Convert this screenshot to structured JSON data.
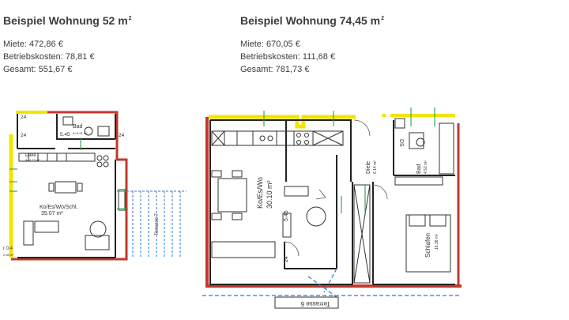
{
  "left": {
    "title": "Beispiel Wohnung 52 m",
    "title_sup": "2",
    "miete": "Miete: 472,86 €",
    "betriebskosten": "Betriebskosten: 78,81 €",
    "gesamt": "Gesamt: 551,67 €",
    "plan": {
      "bad": "Bad",
      "bad_area": "A=5.81 m²",
      "dim_545": "5.45",
      "dim_24_a": "24",
      "dim_24_b": "24",
      "dim_24_c": "24",
      "diele": "Diele",
      "diele_area": "A=5.73 m²",
      "room": "Ko/Es/Wo/Schl.",
      "room_area": "35.07 m²",
      "terrasse": "Terrasse 7",
      "r04": "r 0.4",
      "r04_area": "2.66 m²"
    }
  },
  "right": {
    "title": "Beispiel Wohnung 74,45  m",
    "title_sup": "2",
    "miete": "Miete: 670,05 €",
    "betriebskosten": "Betriebskosten: 111,68 €",
    "gesamt": "Gesamt: 781,73 €",
    "plan": {
      "room": "Ko/Es/Wo",
      "room_area": "30.10 m²",
      "dim_545": "5.45",
      "dim_24": "24",
      "diele": "Diele",
      "diele_area": "6.14 m²",
      "ds": "DS",
      "bad": "Bad",
      "bad_area": "4.52 m²",
      "schlafen": "Schlafen",
      "schlafen_area": "16.38 m²",
      "terrasse": "Terrasse 6"
    }
  },
  "colors": {
    "wall_yellow": "#f2e400",
    "wall_red": "#c0392b",
    "dashed_blue": "#2a7bd4",
    "green": "#3aa652"
  }
}
